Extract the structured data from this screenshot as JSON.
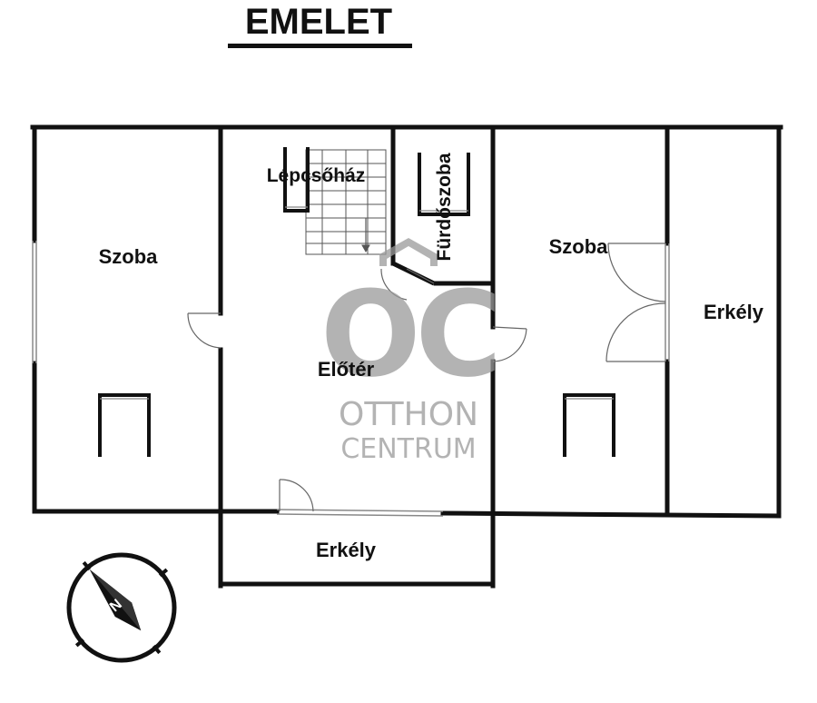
{
  "title": "EMELET",
  "rooms": {
    "left_room": "Szoba",
    "stairwell": "Lépcsőház",
    "bathroom": "Fürdőszoba",
    "right_room": "Szoba",
    "balcony_right": "Erkély",
    "hall": "Előtér",
    "balcony_bottom": "Erkély"
  },
  "watermark": {
    "monogram": "OC",
    "line1": "OTTHON",
    "line2": "CENTRUM",
    "color": "#9a9a9a"
  },
  "compass": {
    "letter": "N",
    "icon": "compass-icon"
  },
  "colors": {
    "wall": "#111111",
    "background": "#ffffff"
  }
}
